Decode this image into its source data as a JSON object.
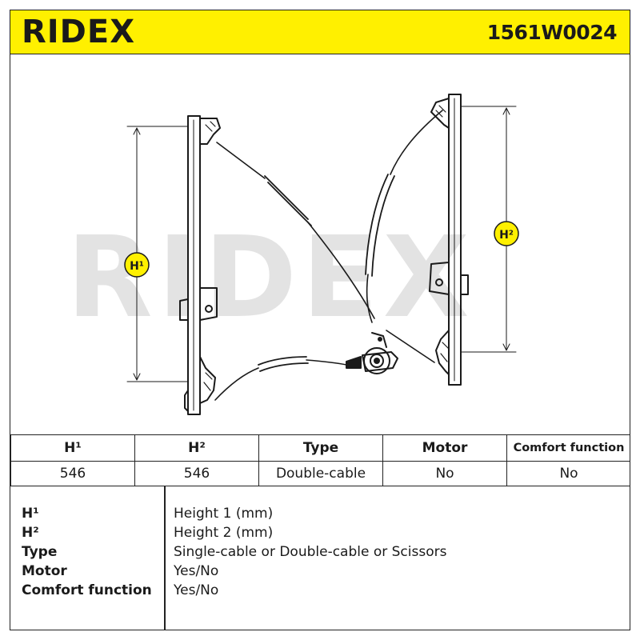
{
  "header": {
    "logo": "RIDEX",
    "part_number": "1561W0024"
  },
  "drawing": {
    "watermark": "RIDEX",
    "label_h1": "H¹",
    "label_h2": "H²"
  },
  "spec_table": {
    "headers": [
      "H¹",
      "H²",
      "Type",
      "Motor",
      "Comfort function"
    ],
    "values": [
      "546",
      "546",
      "Double-cable",
      "No",
      "No"
    ]
  },
  "legend": [
    {
      "key": "H¹",
      "value": "Height 1 (mm)"
    },
    {
      "key": "H²",
      "value": "Height 2 (mm)"
    },
    {
      "key": "Type",
      "value": "Single-cable or Double-cable or Scissors"
    },
    {
      "key": "Motor",
      "value": "Yes/No"
    },
    {
      "key": "Comfort function",
      "value": "Yes/No"
    }
  ],
  "colors": {
    "brand_yellow": "#fff000",
    "badge_yellow": "#fff000",
    "line": "#1a1a1a",
    "watermark": "#e3e3e3"
  }
}
